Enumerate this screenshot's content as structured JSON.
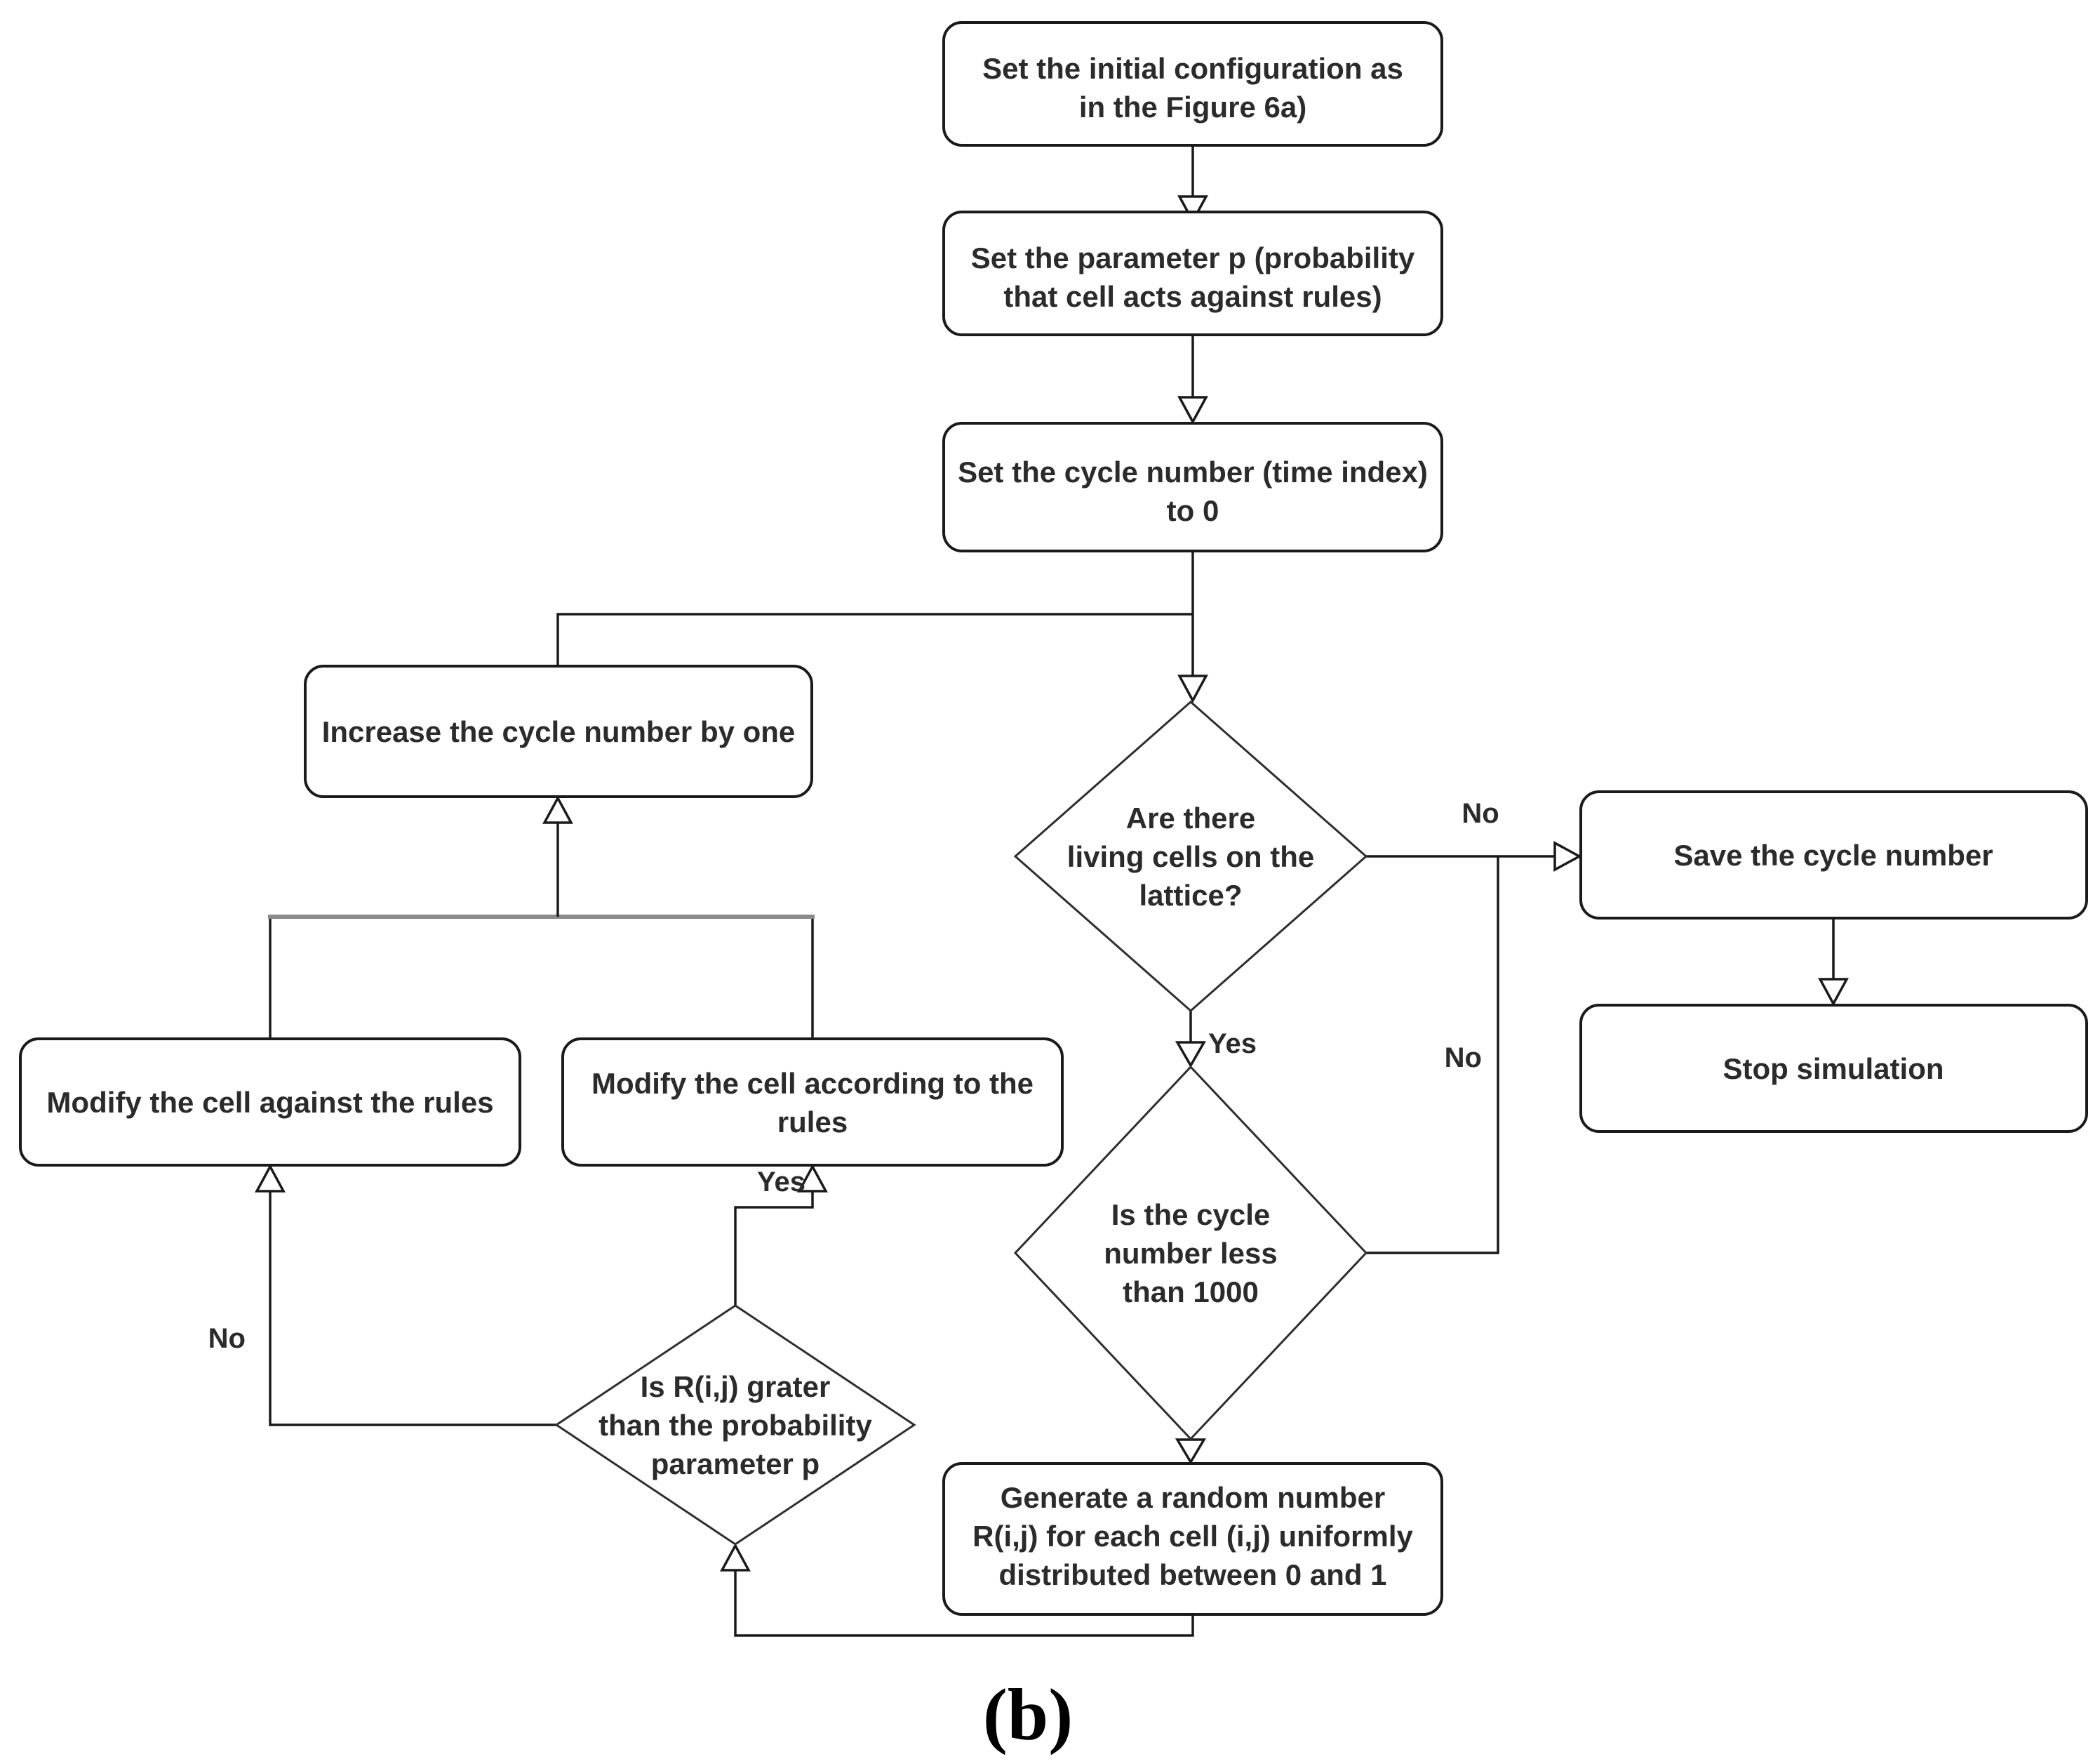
{
  "figure": {
    "caption": "(b)",
    "type": "flowchart"
  },
  "nodes": {
    "start": {
      "shape": "process",
      "lines": [
        "Set the initial configuration as",
        "in the Figure 6a)"
      ]
    },
    "param": {
      "shape": "process",
      "lines": [
        "Set the parameter p (probability",
        "that cell acts against rules)"
      ]
    },
    "cycle": {
      "shape": "process",
      "lines": [
        "Set the cycle number (time index)",
        "to 0"
      ]
    },
    "increase": {
      "shape": "process",
      "lines": [
        "Increase the cycle number by one"
      ]
    },
    "living": {
      "shape": "decision",
      "lines": [
        "Are there",
        "living cells on the",
        "lattice?"
      ]
    },
    "save": {
      "shape": "process",
      "lines": [
        "Save the cycle number"
      ]
    },
    "stop": {
      "shape": "process",
      "lines": [
        "Stop simulation"
      ]
    },
    "lessthan": {
      "shape": "decision",
      "lines": [
        "Is the cycle",
        "number less",
        "than 1000"
      ]
    },
    "modifyAgainst": {
      "shape": "process",
      "lines": [
        "Modify the cell against the rules"
      ]
    },
    "modifyAccording": {
      "shape": "process",
      "lines": [
        "Modify the cell according to the",
        "rules"
      ]
    },
    "rij": {
      "shape": "decision",
      "lines": [
        "Is R(i,j) grater",
        "than the probability",
        "parameter p"
      ]
    },
    "generate": {
      "shape": "process",
      "lines": [
        "Generate a random number",
        "R(i,j) for each cell (i,j) uniformly",
        "distributed between 0 and 1"
      ]
    }
  },
  "edge_labels": {
    "living_no": "No",
    "living_yes": "Yes",
    "lessthan_no": "No",
    "rij_yes": "Yes",
    "rij_no": "No"
  },
  "colors": {
    "background": "#ffffff",
    "stroke": "#1a1a1a",
    "text": "#2b2b2b",
    "bus": "#8a8a8a"
  }
}
